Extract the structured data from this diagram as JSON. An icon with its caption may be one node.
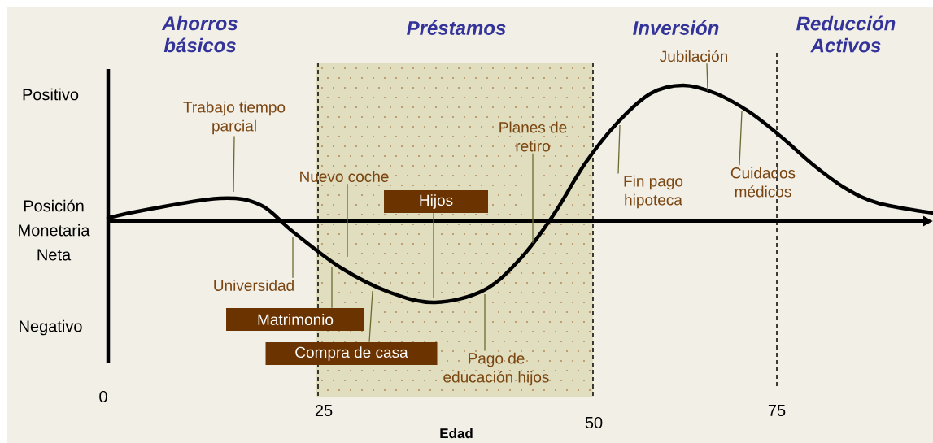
{
  "diagram": {
    "nodes": [
      {
        "text": [
          "Trabajo tiempo parcial"
        ]
      },
      {
        "text": [
          "Nuevo coche"
        ]
      },
      {
        "text": [
          "Hijos"
        ]
      },
      {
        "text": [
          "Planes de retiro"
        ]
      },
      {
        "text": [
          "Jubilación"
        ]
      },
      {
        "text": [
          "Fin pago hipoteca"
        ]
      },
      {
        "text": [
          "Cuidados médicos"
        ]
      },
      {
        "text": [
          "Universidad"
        ]
      },
      {
        "text": [
          "Matrimonio"
        ]
      },
      {
        "text": [
          "Compra de casa"
        ]
      },
      {
        "text": [
          "Pago de educación hijos"
        ]
      }
    ],
    "edges": [
      {
        "from": 0,
        "to": null,
        "arrow": "none"
      },
      {
        "from": 1,
        "to": null,
        "arrow": "none"
      },
      {
        "from": 2,
        "to": null,
        "arrow": "none"
      },
      {
        "from": 3,
        "to": null,
        "arrow": "none"
      },
      {
        "from": 4,
        "to": null,
        "arrow": "none"
      },
      {
        "from": 5,
        "to": null,
        "arrow": "none"
      },
      {
        "from": 6,
        "to": null,
        "arrow": "none"
      },
      {
        "from": 7,
        "to": null,
        "arrow": "none"
      },
      {
        "from": 8,
        "to": null,
        "arrow": "none"
      },
      {
        "from": 9,
        "to": null,
        "arrow": "none"
      },
      {
        "from": 10,
        "to": null,
        "arrow": "none"
      }
    ],
    "labels": [
      "Ahorros básicos",
      "Préstamos",
      "Inversión",
      "Reducción Activos",
      "Positivo",
      "Posición Monetaria Neta",
      "Negativo",
      "0",
      "25",
      "50",
      "75",
      "Edad"
    ]
  }
}
